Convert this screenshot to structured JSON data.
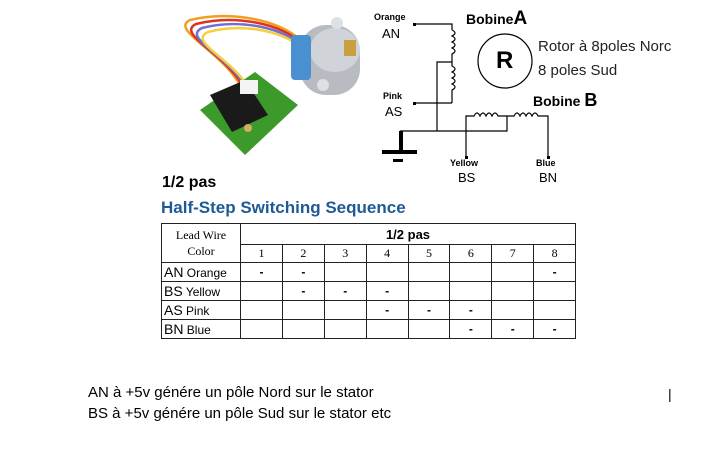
{
  "diagram": {
    "orange_label": "Orange",
    "an_label": "AN",
    "pink_label": "Pink",
    "as_label": "AS",
    "bobine_a": "Bobine",
    "bobine_a_letter": "A",
    "rotor_symbol": "R",
    "rotor_line1": "Rotor à 8poles Norc",
    "rotor_line2": "8 poles Sud",
    "bobine_b": "Bobine",
    "bobine_b_letter": "B",
    "yellow_label": "Yellow",
    "bs_label": "BS",
    "blue_label": "Blue",
    "bn_label": "BN"
  },
  "heading": {
    "half_step": "1/2 pas",
    "title": "Half-Step Switching Sequence"
  },
  "table": {
    "lead_header_1": "Lead Wire",
    "lead_header_2": "Color",
    "group_header": "1/2 pas",
    "steps": [
      "1",
      "2",
      "3",
      "4",
      "5",
      "6",
      "7",
      "8"
    ],
    "rows": [
      {
        "code": "AN",
        "color": "Orange",
        "cells": [
          "-",
          "-",
          "",
          "",
          "",
          "",
          "",
          "-"
        ]
      },
      {
        "code": "BS",
        "color": "Yellow",
        "cells": [
          "",
          "-",
          "-",
          "-",
          "",
          "",
          "",
          ""
        ]
      },
      {
        "code": "AS",
        "color": "Pink",
        "cells": [
          "",
          "",
          "",
          "-",
          "-",
          "-",
          "",
          ""
        ]
      },
      {
        "code": "BN",
        "color": "Blue",
        "cells": [
          "",
          "",
          "",
          "",
          "",
          "-",
          "-",
          "-"
        ]
      }
    ]
  },
  "notes": {
    "line1": "AN à +5v génére un pôle Nord sur le stator",
    "line2": "BS  à +5v génére un pôle Sud sur le stator  etc",
    "cursor": "|"
  },
  "colors": {
    "title_blue": "#1f5a96",
    "pcb_green": "#3c9a2a",
    "motor_blue": "#4a90d0"
  }
}
